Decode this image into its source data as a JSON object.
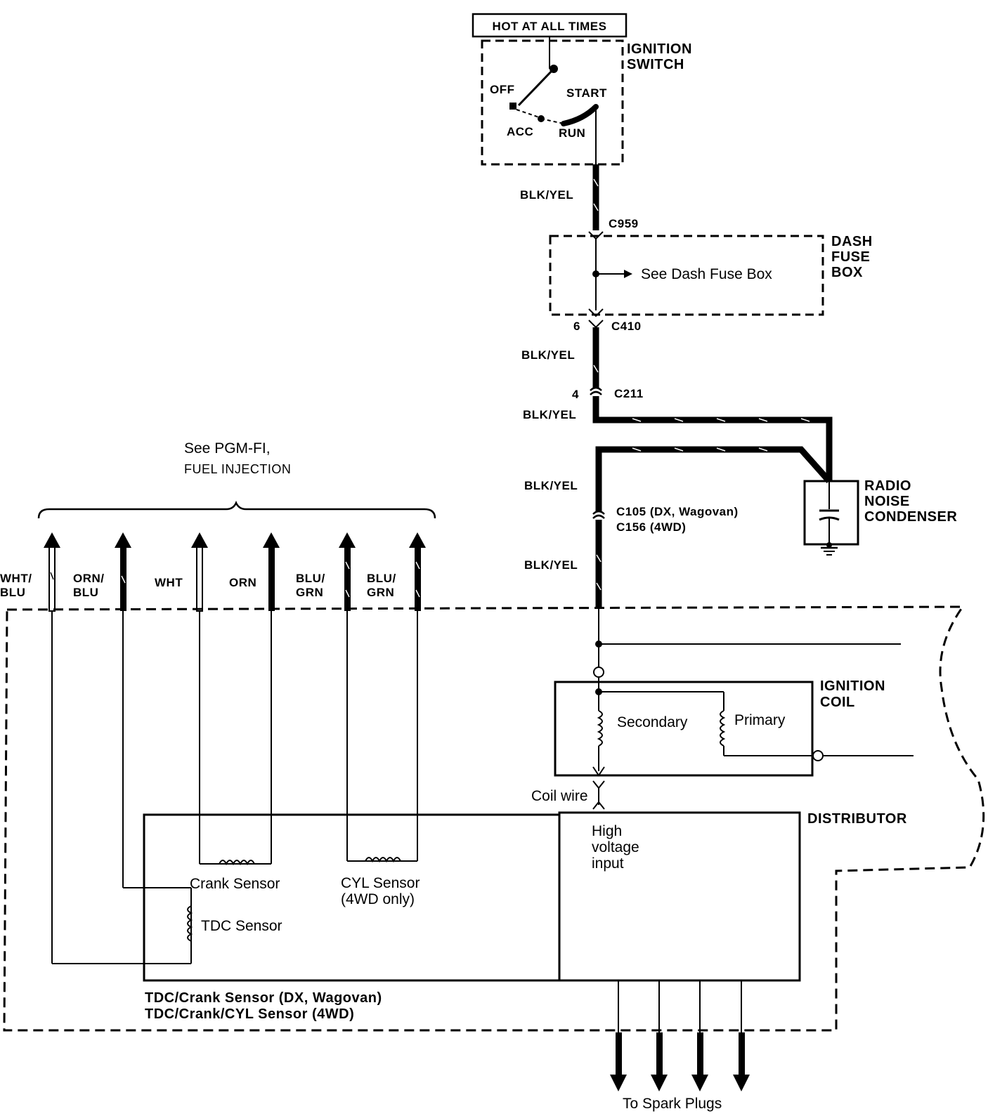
{
  "ignition_switch": {
    "hot_label": "HOT AT ALL TIMES",
    "title_line1": "IGNITION",
    "title_line2": "SWITCH",
    "off": "OFF",
    "start": "START",
    "acc": "ACC",
    "run": "RUN"
  },
  "wires": {
    "blk_yel": "BLK/YEL"
  },
  "connectors": {
    "c959": "C959",
    "c410": "C410",
    "c410_pin": "6",
    "c211": "C211",
    "c211_pin": "4",
    "c105": "C105 (DX, Wagovan)",
    "c156": "C156 (4WD)"
  },
  "dash_fuse_box": {
    "line1": "DASH",
    "line2": "FUSE",
    "line3": "BOX",
    "see_label": "See Dash Fuse Box"
  },
  "radio_condenser": {
    "line1": "RADIO",
    "line2": "NOISE",
    "line3": "CONDENSER"
  },
  "pgm_fi": {
    "line1": "See PGM-FI,",
    "line2": "FUEL INJECTION"
  },
  "sensor_wires": [
    {
      "line1": "WHT/",
      "line2": "BLU"
    },
    {
      "line1": "ORN/",
      "line2": "BLU"
    },
    {
      "line1": "WHT",
      "line2": ""
    },
    {
      "line1": "ORN",
      "line2": ""
    },
    {
      "line1": "BLU/",
      "line2": "GRN"
    },
    {
      "line1": "BLU/",
      "line2": "GRN"
    }
  ],
  "ignition_coil": {
    "line1": "IGNITION",
    "line2": "COIL",
    "secondary": "Secondary",
    "primary": "Primary",
    "coil_wire": "Coil wire"
  },
  "distributor": {
    "title": "DISTRIBUTOR",
    "hv_line1": "High",
    "hv_line2": "voltage",
    "hv_line3": "input",
    "crank_sensor": "Crank Sensor",
    "cyl_sensor_line1": "CYL Sensor",
    "cyl_sensor_line2": "(4WD only)",
    "tdc_sensor": "TDC Sensor",
    "assembly_line1": "TDC/Crank Sensor (DX, Wagovan)",
    "assembly_line2": "TDC/Crank/CYL Sensor (4WD)"
  },
  "spark_plugs": "To Spark Plugs"
}
